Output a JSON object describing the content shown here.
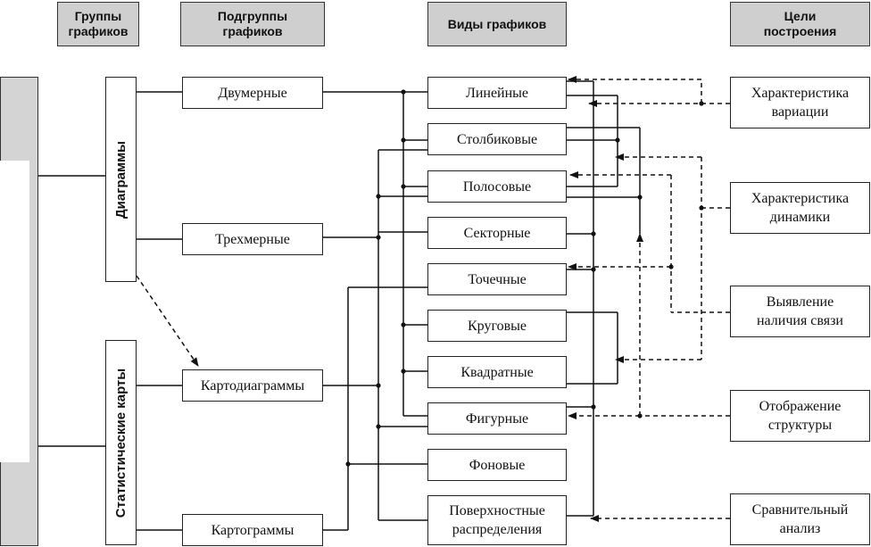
{
  "headers": {
    "groups": "Группы\nграфиков",
    "subgroups": "Подгруппы\nграфиков",
    "types": "Виды графиков",
    "goals": "Цели\nпостроения"
  },
  "groups": {
    "diagrams": "Диаграммы",
    "stat_maps": "Статистические карты"
  },
  "subgroups": [
    "Двумерные",
    "Трехмерные",
    "Картодиаграммы",
    "Картограммы"
  ],
  "types": [
    "Линейные",
    "Столбиковые",
    "Полосовые",
    "Секторные",
    "Точечные",
    "Круговые",
    "Квадратные",
    "Фигурные",
    "Фоновые",
    "Поверхностные\nраспределения"
  ],
  "goals": [
    "Характеристика\nвариации",
    "Характеристика\nдинамики",
    "Выявление\nналичия связи",
    "Отображение\nструктуры",
    "Сравнительный\nанализ"
  ]
}
